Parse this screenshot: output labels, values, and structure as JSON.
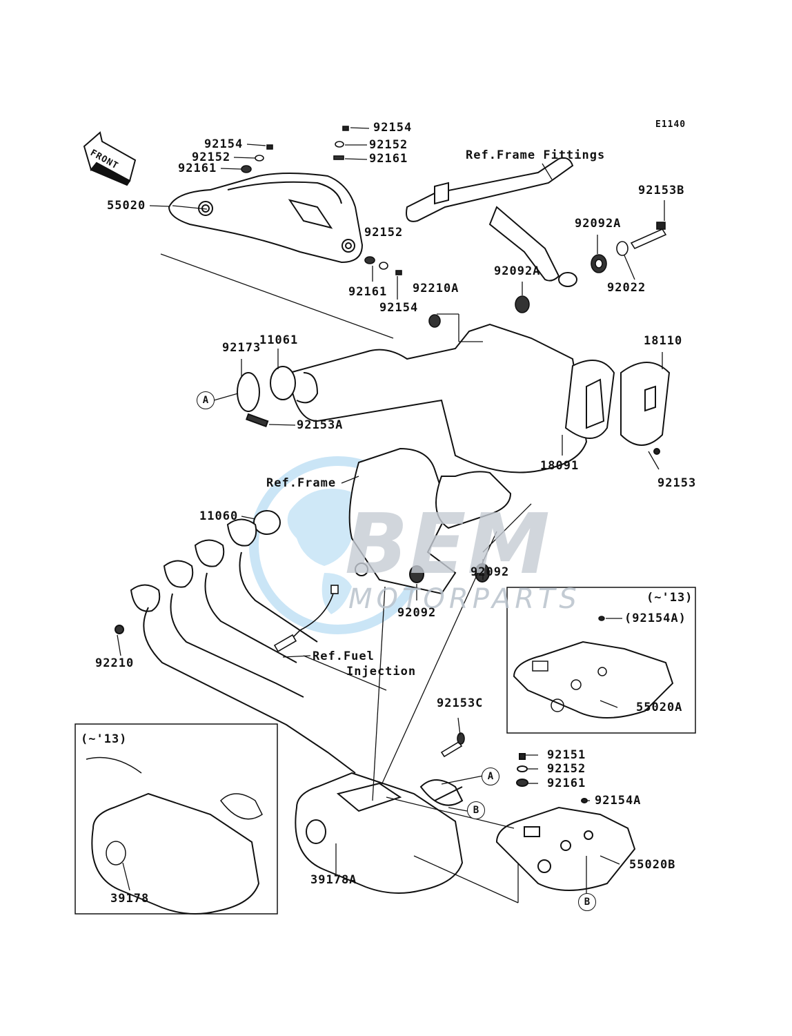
{
  "diagram_code": "E1140",
  "direction_arrow": "FRONT",
  "watermark": {
    "logo": "BEM",
    "subtext": "MOTORPARTS"
  },
  "references": {
    "frame_fittings": "Ref.Frame Fittings",
    "frame": "Ref.Frame",
    "fuel_injection_line1": "Ref.Fuel",
    "fuel_injection_line2": "Injection"
  },
  "variant_labels": {
    "box_right": "(~'13)",
    "box_left": "(~'13)"
  },
  "callouts": {
    "a": "A",
    "b": "B"
  },
  "parts": {
    "p92154_top_left": "92154",
    "p92152_top_left": "92152",
    "p92161_top_left": "92161",
    "p55020": "55020",
    "p92154_top_mid": "92154",
    "p92152_top_mid": "92152",
    "p92161_top_mid": "92161",
    "p92152_mid": "92152",
    "p92161_mid": "92161",
    "p92154_mid": "92154",
    "p92210A": "92210A",
    "p92153B": "92153B",
    "p92092A_upper": "92092A",
    "p92092A_lower": "92092A",
    "p92022": "92022",
    "p92173": "92173",
    "p11061": "11061",
    "p92153A": "92153A",
    "p18110": "18110",
    "p18091": "18091",
    "p92153": "92153",
    "p11060": "11060",
    "p92092_right": "92092",
    "p92092_left": "92092",
    "p92210": "92210",
    "p92154A_box": "(92154A)",
    "p55020A": "55020A",
    "p92153C": "92153C",
    "p92151": "92151",
    "p92152_low": "92152",
    "p92161_low": "92161",
    "p92154A": "92154A",
    "p55020B": "55020B",
    "p39178A": "39178A",
    "p39178": "39178"
  }
}
